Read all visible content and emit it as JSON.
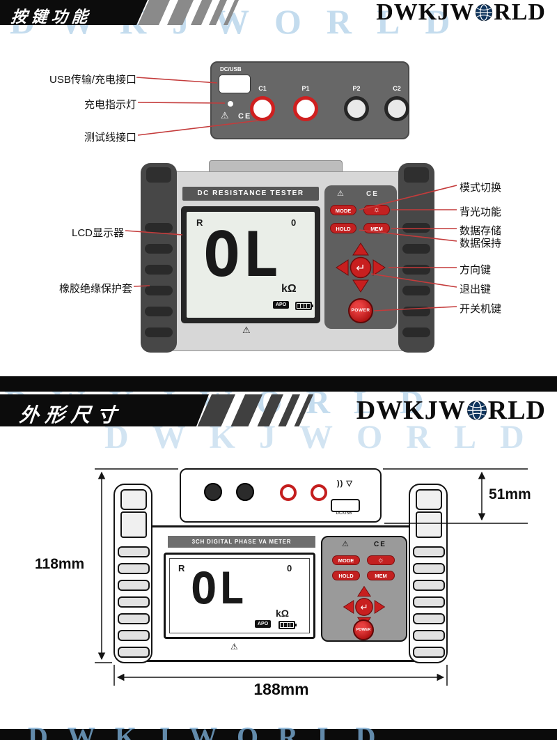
{
  "header1": {
    "section_title": "按键功能"
  },
  "header2": {
    "section_title": "外形尺寸"
  },
  "brand": {
    "left": "DWKJW",
    "right": "RLD"
  },
  "watermark": {
    "text": "DWKJWORLD"
  },
  "top_panel": {
    "usb_label": "DC/USB",
    "warn": "⚠",
    "ce": "CE",
    "terminals": [
      {
        "label": "C1"
      },
      {
        "label": "P1"
      },
      {
        "label": "P2"
      },
      {
        "label": "C2"
      }
    ]
  },
  "panel_callouts": [
    {
      "text": "USB传输/充电接口"
    },
    {
      "text": "充电指示灯"
    },
    {
      "text": "测试线接口"
    }
  ],
  "device1": {
    "title": "DC RESISTANCE TESTER"
  },
  "device2": {
    "title": "3CH DIGITAL PHASE VA METER",
    "marks": ")) ▽",
    "usb_label": "DC/USB"
  },
  "lcd": {
    "mode": "R",
    "value": "0",
    "main": "OL",
    "unit": "kΩ",
    "apo": "APO",
    "warn": "⚠"
  },
  "keypad": {
    "warn": "⚠",
    "ce": "CE",
    "mode": "MODE",
    "backlight": "☼",
    "hold": "HOLD",
    "mem": "MEM",
    "enter": "↵",
    "power": "POWER"
  },
  "left_callouts": [
    {
      "text": "LCD显示器"
    },
    {
      "text": "橡胶绝缘保护套"
    }
  ],
  "right_callouts": [
    {
      "text": "模式切换"
    },
    {
      "text": "背光功能"
    },
    {
      "text": "数据存储"
    },
    {
      "text": "数据保持"
    },
    {
      "text": "方向键"
    },
    {
      "text": "退出键"
    },
    {
      "text": "开关机键"
    }
  ],
  "dimensions": {
    "panel_height": "51mm",
    "body_height": "118mm",
    "body_width": "188mm"
  },
  "colors": {
    "accent_red": "#c41f1f",
    "watermark_blue": "#9bc3e2",
    "callout_line": "#c43b3b"
  }
}
